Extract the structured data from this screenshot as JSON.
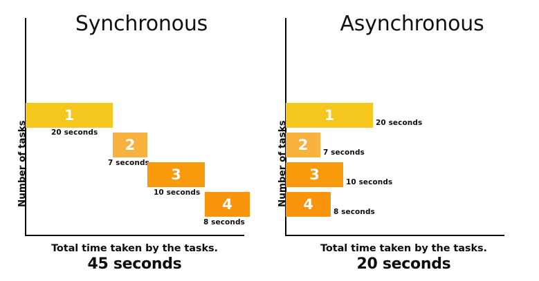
{
  "chart_data": [
    {
      "type": "bar",
      "orientation": "horizontal",
      "title": "Synchronous",
      "xlabel": "Total time taken by the tasks.",
      "ylabel": "Number of tasks",
      "total_label": "45 seconds",
      "total_value": 45,
      "units": "seconds",
      "grid": false,
      "legend": "none",
      "stacked_sequential": true,
      "categories": [
        "1",
        "2",
        "3",
        "4"
      ],
      "values": [
        20,
        7,
        10,
        8
      ],
      "starts": [
        0,
        20,
        27,
        37
      ],
      "data_labels": [
        "20 seconds",
        "7 seconds",
        "10 seconds",
        "8 seconds"
      ],
      "colors": [
        "#F5C61C",
        "#F7B23F",
        "#F9990C",
        "#F9940D"
      ],
      "xlim": [
        0,
        48
      ]
    },
    {
      "type": "bar",
      "orientation": "horizontal",
      "title": "Asynchronous",
      "xlabel": "Total time taken by the tasks.",
      "ylabel": "Number of tasks",
      "total_label": "20 seconds",
      "total_value": 20,
      "units": "seconds",
      "grid": false,
      "legend": "none",
      "stacked_sequential": false,
      "categories": [
        "1",
        "2",
        "3",
        "4"
      ],
      "values": [
        20,
        7,
        10,
        8
      ],
      "starts": [
        0,
        0,
        0,
        0
      ],
      "data_labels": [
        "20 seconds",
        "7 seconds",
        "10 seconds",
        "8 seconds"
      ],
      "colors": [
        "#F5C61C",
        "#F7B23F",
        "#F9990C",
        "#F9940D"
      ],
      "xlim": [
        0,
        48
      ]
    }
  ],
  "panels": {
    "left": {
      "title": "Synchronous",
      "y_axis_label": "Number of tasks",
      "bars": [
        {
          "label": "1",
          "data_label": "20 seconds"
        },
        {
          "label": "2",
          "data_label": "7 seconds"
        },
        {
          "label": "3",
          "data_label": "10 seconds"
        },
        {
          "label": "4",
          "data_label": "8 seconds"
        }
      ],
      "footer_line1": "Total time taken by the tasks.",
      "footer_line2": "45 seconds"
    },
    "right": {
      "title": "Asynchronous",
      "y_axis_label": "Number of tasks",
      "bars": [
        {
          "label": "1",
          "data_label": "20 seconds"
        },
        {
          "label": "2",
          "data_label": "7 seconds"
        },
        {
          "label": "3",
          "data_label": "10 seconds"
        },
        {
          "label": "4",
          "data_label": "8 seconds"
        }
      ],
      "footer_line1": "Total time taken by the tasks.",
      "footer_line2": "20 seconds"
    }
  },
  "colors": {
    "bar1": "#F5C61C",
    "bar2": "#F7B23F",
    "bar3": "#F9990C",
    "bar4": "#F9940D",
    "axis": "#000000",
    "text": "#0d0d0d",
    "background": "#FFFFFF"
  }
}
